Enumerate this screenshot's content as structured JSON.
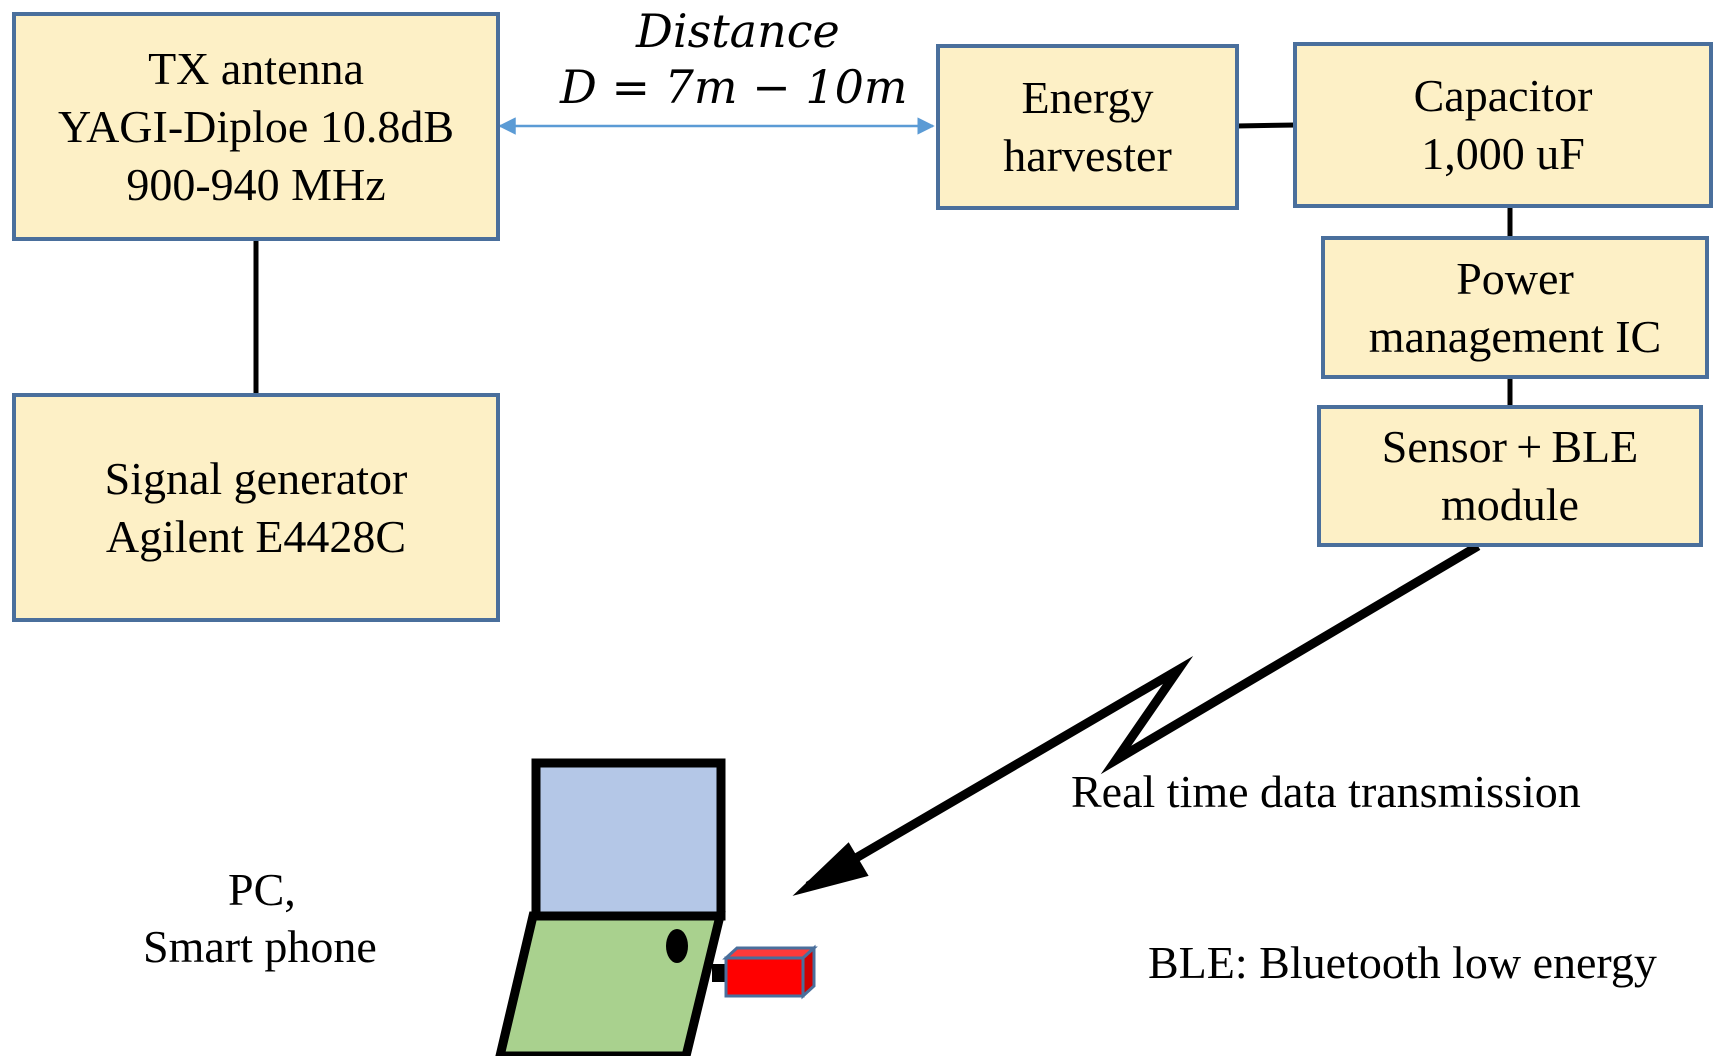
{
  "distance": {
    "title": "Distance",
    "formula": "D = 7m − 10m"
  },
  "tx_antenna": {
    "lines": [
      "TX antenna",
      "YAGI-Diploe 10.8dB",
      "900-940 MHz"
    ]
  },
  "signal_generator": {
    "lines": [
      "Signal generator",
      "Agilent E4428C"
    ]
  },
  "energy_harvester": {
    "lines": [
      "Energy",
      "harvester"
    ]
  },
  "capacitor": {
    "lines": [
      "Capacitor",
      "1,000 uF"
    ]
  },
  "power_management": {
    "lines": [
      "Power",
      "management IC"
    ]
  },
  "sensor_module": {
    "lines": [
      "Sensor + BLE",
      "module"
    ]
  },
  "wireless_link": {
    "label": "Real time data transmission"
  },
  "pc": {
    "lines": [
      "PC,",
      "Smart phone"
    ]
  },
  "legend": {
    "text": "BLE: Bluetooth low energy"
  },
  "colors": {
    "box_fill": "#fdf0c6",
    "box_border": "#4a6f9c",
    "arrow_blue": "#5b9bd5",
    "laptop_screen": "#b4c7e7",
    "laptop_base": "#a9d18e",
    "usb_dongle": "#ff0000"
  },
  "icons": {
    "laptop": "laptop-icon",
    "dongle": "usb-dongle-icon",
    "link": "lightning-arrow-icon"
  }
}
